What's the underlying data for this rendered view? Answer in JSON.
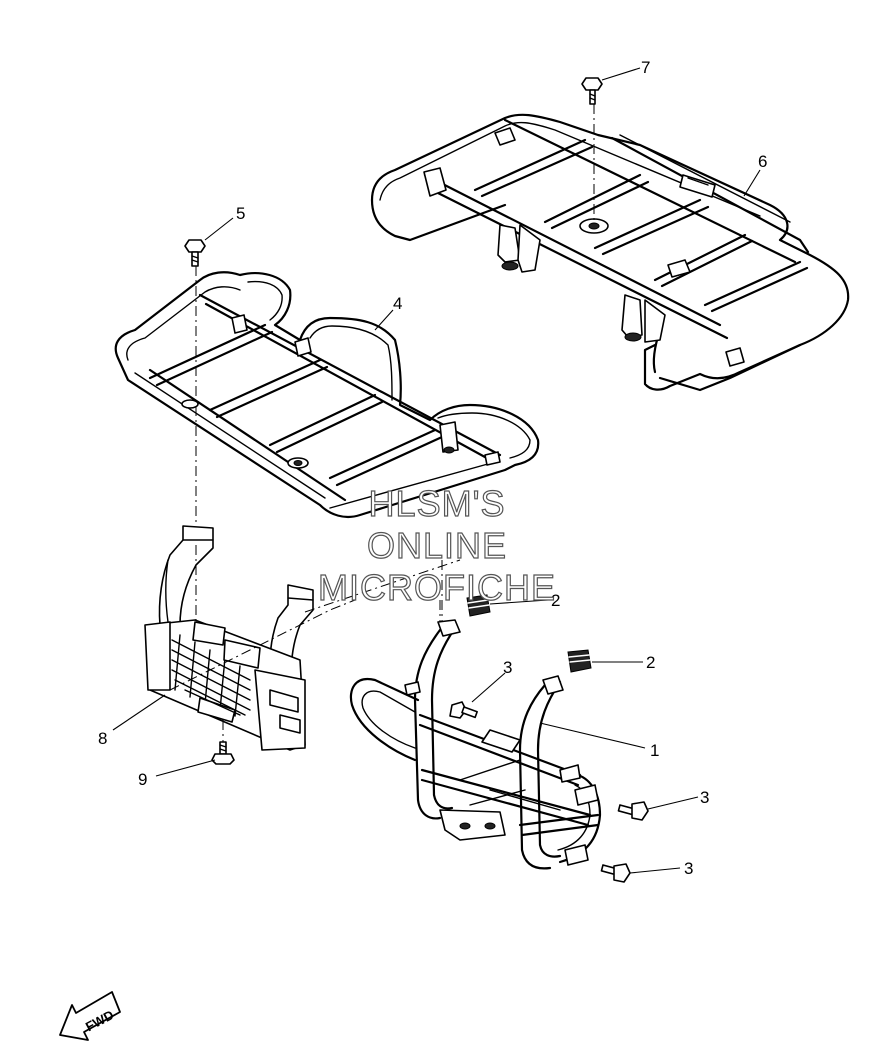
{
  "diagram": {
    "callouts": [
      {
        "id": "c1",
        "text": "1"
      },
      {
        "id": "c2a",
        "text": "2"
      },
      {
        "id": "c2b",
        "text": "2"
      },
      {
        "id": "c3a",
        "text": "3"
      },
      {
        "id": "c3b",
        "text": "3"
      },
      {
        "id": "c3c",
        "text": "3"
      },
      {
        "id": "c4",
        "text": "4"
      },
      {
        "id": "c5",
        "text": "5"
      },
      {
        "id": "c6",
        "text": "6"
      },
      {
        "id": "c7",
        "text": "7"
      },
      {
        "id": "c8",
        "text": "8"
      },
      {
        "id": "c9",
        "text": "9"
      }
    ],
    "watermark": {
      "line1": "HLSM'S",
      "line2": "ONLINE",
      "line3": "MICROFICHE"
    },
    "direction_arrow": {
      "label": "FWD"
    }
  }
}
